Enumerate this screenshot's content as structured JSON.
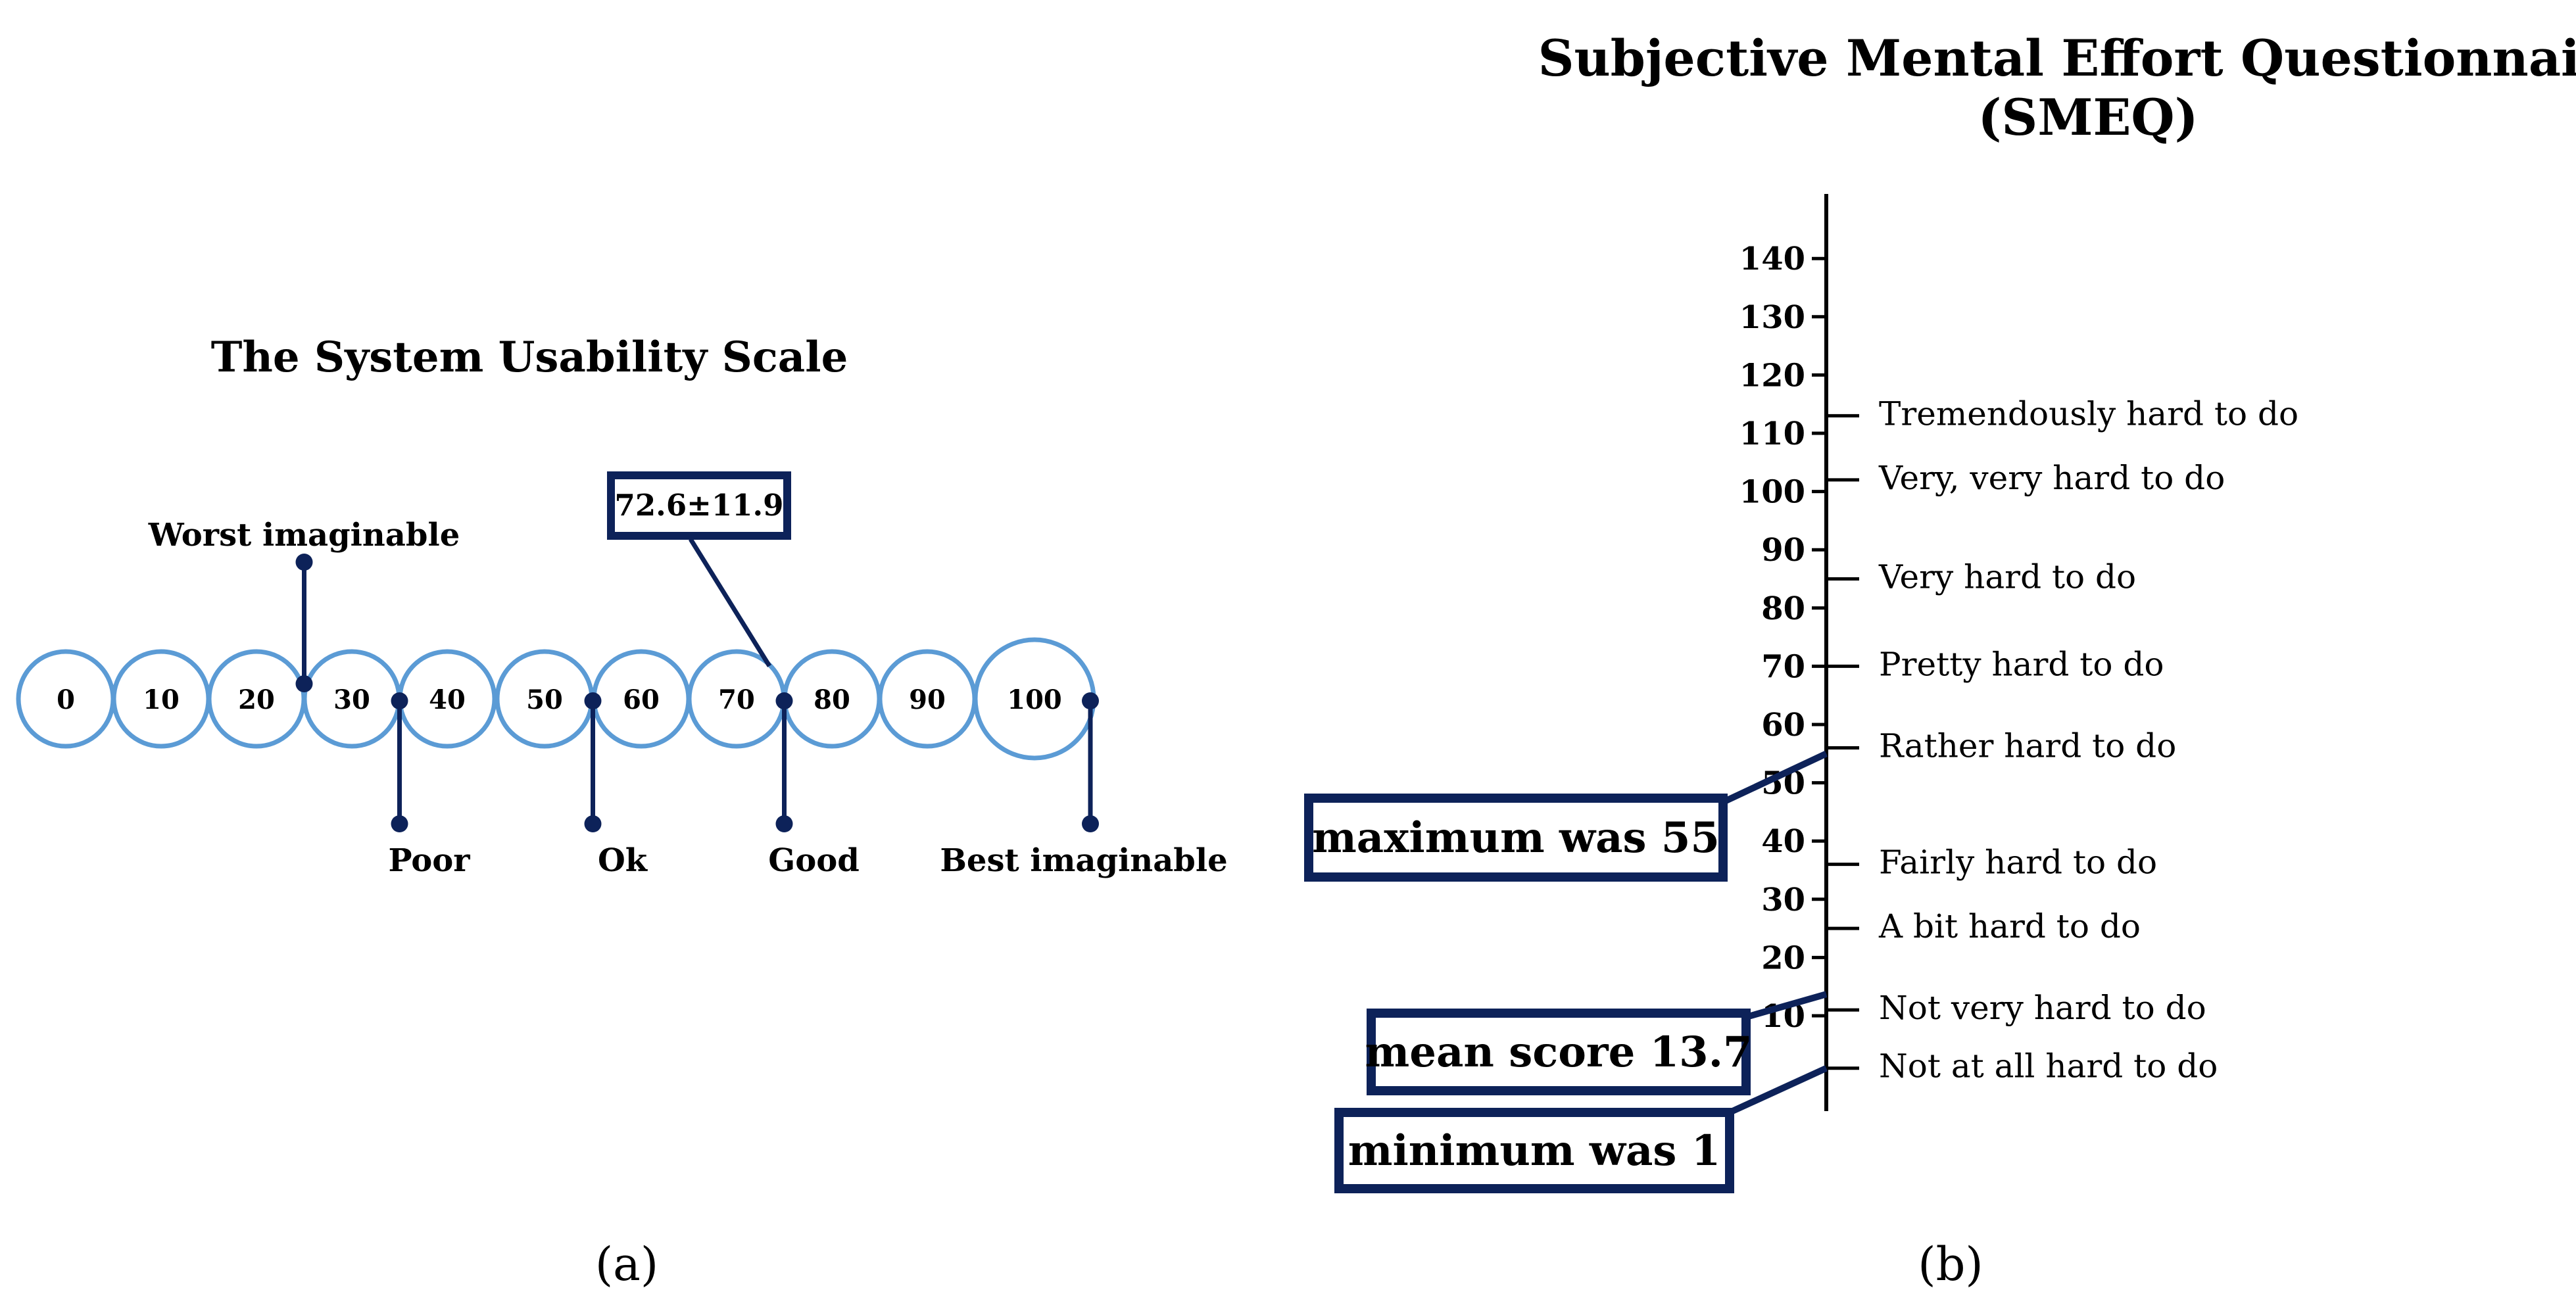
{
  "panel_a": {
    "title": "The System Usability Scale",
    "scale_values": [
      "0",
      "10",
      "20",
      "30",
      "40",
      "50",
      "60",
      "70",
      "80",
      "90",
      "100"
    ],
    "score_label": "72.6±11.9",
    "score_value": 72.6,
    "score_sd": 11.9,
    "markers": [
      {
        "label": "Worst imaginable",
        "value": 25,
        "side": "above"
      },
      {
        "label": "Poor",
        "value": 35,
        "side": "below"
      },
      {
        "label": "Ok",
        "value": 55,
        "side": "below"
      },
      {
        "label": "Good",
        "value": 75,
        "side": "below"
      },
      {
        "label": "Best imaginable",
        "value": 100,
        "side": "below"
      }
    ],
    "caption": "(a)",
    "colors": {
      "circle": "#5b9bd5",
      "line": "#0d2259"
    }
  },
  "panel_b": {
    "title_line1": "Subjective Mental Effort Questionnaire",
    "title_line2": "(SMEQ)",
    "axis": {
      "min": 0,
      "max": 150,
      "ticks": [
        "10",
        "20",
        "30",
        "40",
        "50",
        "60",
        "70",
        "80",
        "90",
        "100",
        "110",
        "120",
        "130",
        "140"
      ]
    },
    "anchors": [
      {
        "label": "Tremendously hard to do",
        "value": 113
      },
      {
        "label": "Very, very hard to do",
        "value": 102
      },
      {
        "label": "Very hard to do",
        "value": 85
      },
      {
        "label": "Pretty hard to do",
        "value": 70
      },
      {
        "label": "Rather hard to do",
        "value": 56
      },
      {
        "label": "Fairly hard to do",
        "value": 36
      },
      {
        "label": "A bit hard to do",
        "value": 25
      },
      {
        "label": "Not very hard to do",
        "value": 11
      },
      {
        "label": "Not at all hard to do",
        "value": 1
      }
    ],
    "callouts": [
      {
        "label": "maximum was 55",
        "value": 55
      },
      {
        "label": "mean score 13.7",
        "value": 13.7
      },
      {
        "label": "minimum was 1",
        "value": 1
      }
    ],
    "caption": "(b)",
    "colors": {
      "axis": "#000000",
      "callout": "#0d2259"
    }
  }
}
